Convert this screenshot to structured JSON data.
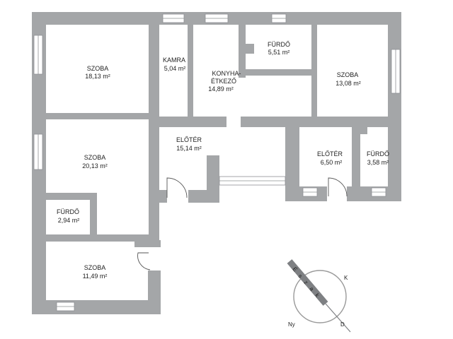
{
  "rooms": [
    {
      "id": "szoba1",
      "name": "SZOBA",
      "area": "18,13 m²"
    },
    {
      "id": "kamra",
      "name": "KAMRA",
      "area": "5,04 m²"
    },
    {
      "id": "konyha",
      "name": "KONYHA-",
      "name2": "ÉTKEZŐ",
      "area": "14,89 m²"
    },
    {
      "id": "furdo1",
      "name": "FÜRDŐ",
      "area": "5,51 m²"
    },
    {
      "id": "szoba2",
      "name": "SZOBA",
      "area": "13,08 m²"
    },
    {
      "id": "szoba3",
      "name": "SZOBA",
      "area": "20,13 m²"
    },
    {
      "id": "eloter1",
      "name": "ELŐTÉR",
      "area": "15,14 m²"
    },
    {
      "id": "eloter2",
      "name": "ELŐTÉR",
      "area": "6,50 m²"
    },
    {
      "id": "furdo2",
      "name": "FÜRDŐ",
      "area": "3,58 m²"
    },
    {
      "id": "furdo3",
      "name": "FÜRDŐ",
      "area": "2,94 m²"
    },
    {
      "id": "szoba4",
      "name": "SZOBA",
      "area": "11,49 m²"
    }
  ],
  "compass": {
    "needle_letters": [
      "É",
      "s",
      "z",
      "a",
      "k"
    ],
    "labels": {
      "east": "K",
      "south": "D",
      "west": "Ny"
    }
  }
}
